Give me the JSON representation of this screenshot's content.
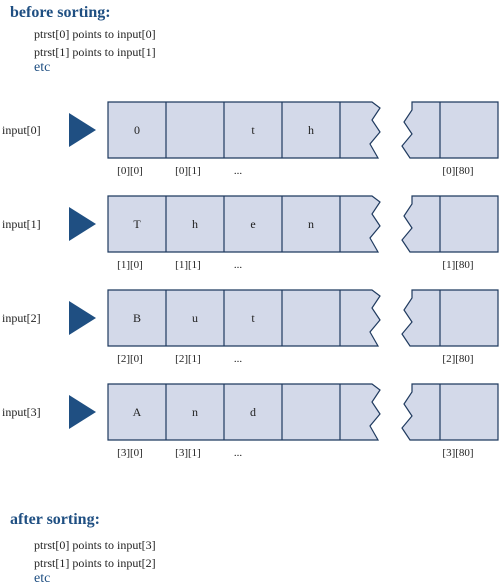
{
  "before": {
    "heading": "before sorting:",
    "lines": [
      "ptrst[0] points to input[0]",
      "ptrst[1] points to input[1]"
    ],
    "etc": "etc"
  },
  "after": {
    "heading": "after sorting:",
    "lines": [
      "ptrst[0] points to input[3]",
      "ptrst[1] points to input[2]"
    ],
    "etc": "etc"
  },
  "rows": [
    {
      "label": "input[0]",
      "chars": [
        "0",
        "",
        "t",
        "h"
      ],
      "indices": [
        "[0][0]",
        "[0][1]",
        "...",
        "[0][80]"
      ]
    },
    {
      "label": "input[1]",
      "chars": [
        "T",
        "h",
        "e",
        "n"
      ],
      "indices": [
        "[1][0]",
        "[1][1]",
        "...",
        "[1][80]"
      ]
    },
    {
      "label": "input[2]",
      "chars": [
        "B",
        "u",
        "t",
        ""
      ],
      "indices": [
        "[2][0]",
        "[2][1]",
        "...",
        "[2][80]"
      ]
    },
    {
      "label": "input[3]",
      "chars": [
        "A",
        "n",
        "d",
        ""
      ],
      "indices": [
        "[3][0]",
        "[3][1]",
        "...",
        "[3][80]"
      ]
    }
  ],
  "colors": {
    "cell_fill": "#d3d9e9",
    "cell_stroke": "#1f3a5f",
    "arrow": "#1f4f82",
    "heading": "#1f4f82"
  }
}
